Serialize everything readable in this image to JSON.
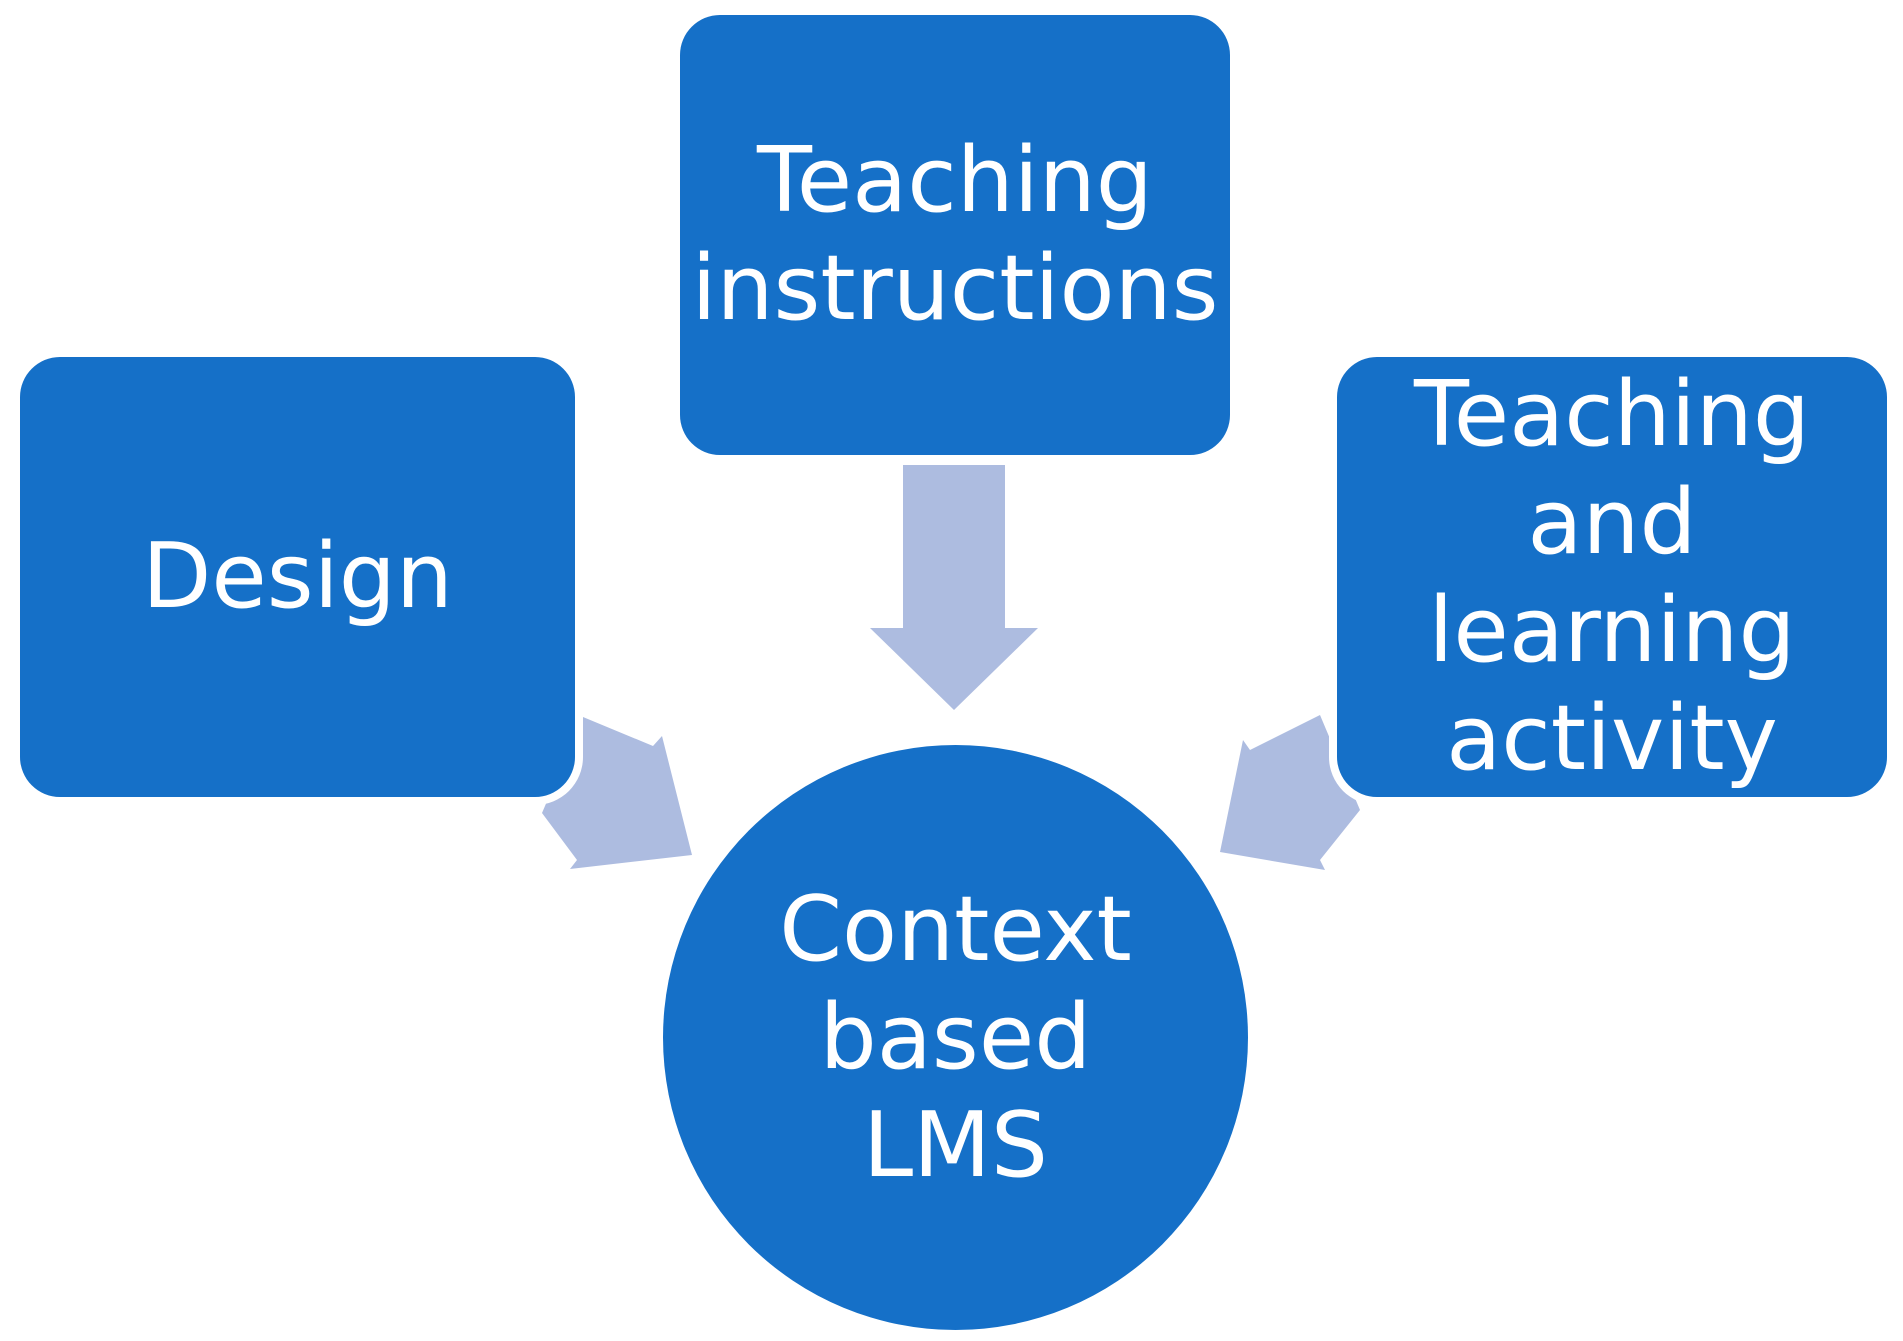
{
  "colors": {
    "node_fill": "#1570c8",
    "arrow_fill": "#adbce0",
    "text": "#ffffff",
    "background": "#ffffff"
  },
  "nodes": {
    "design": {
      "label": "Design"
    },
    "teaching_instructions": {
      "label": "Teaching\ninstructions"
    },
    "teaching_learning_activity": {
      "label": "Teaching\nand learning\nactivity"
    },
    "context_lms": {
      "label": "Context\nbased\nLMS"
    }
  },
  "arrows": [
    {
      "from": "design",
      "to": "context_lms",
      "direction": "down-right"
    },
    {
      "from": "teaching_instructions",
      "to": "context_lms",
      "direction": "down"
    },
    {
      "from": "teaching_learning_activity",
      "to": "context_lms",
      "direction": "down-left"
    }
  ]
}
